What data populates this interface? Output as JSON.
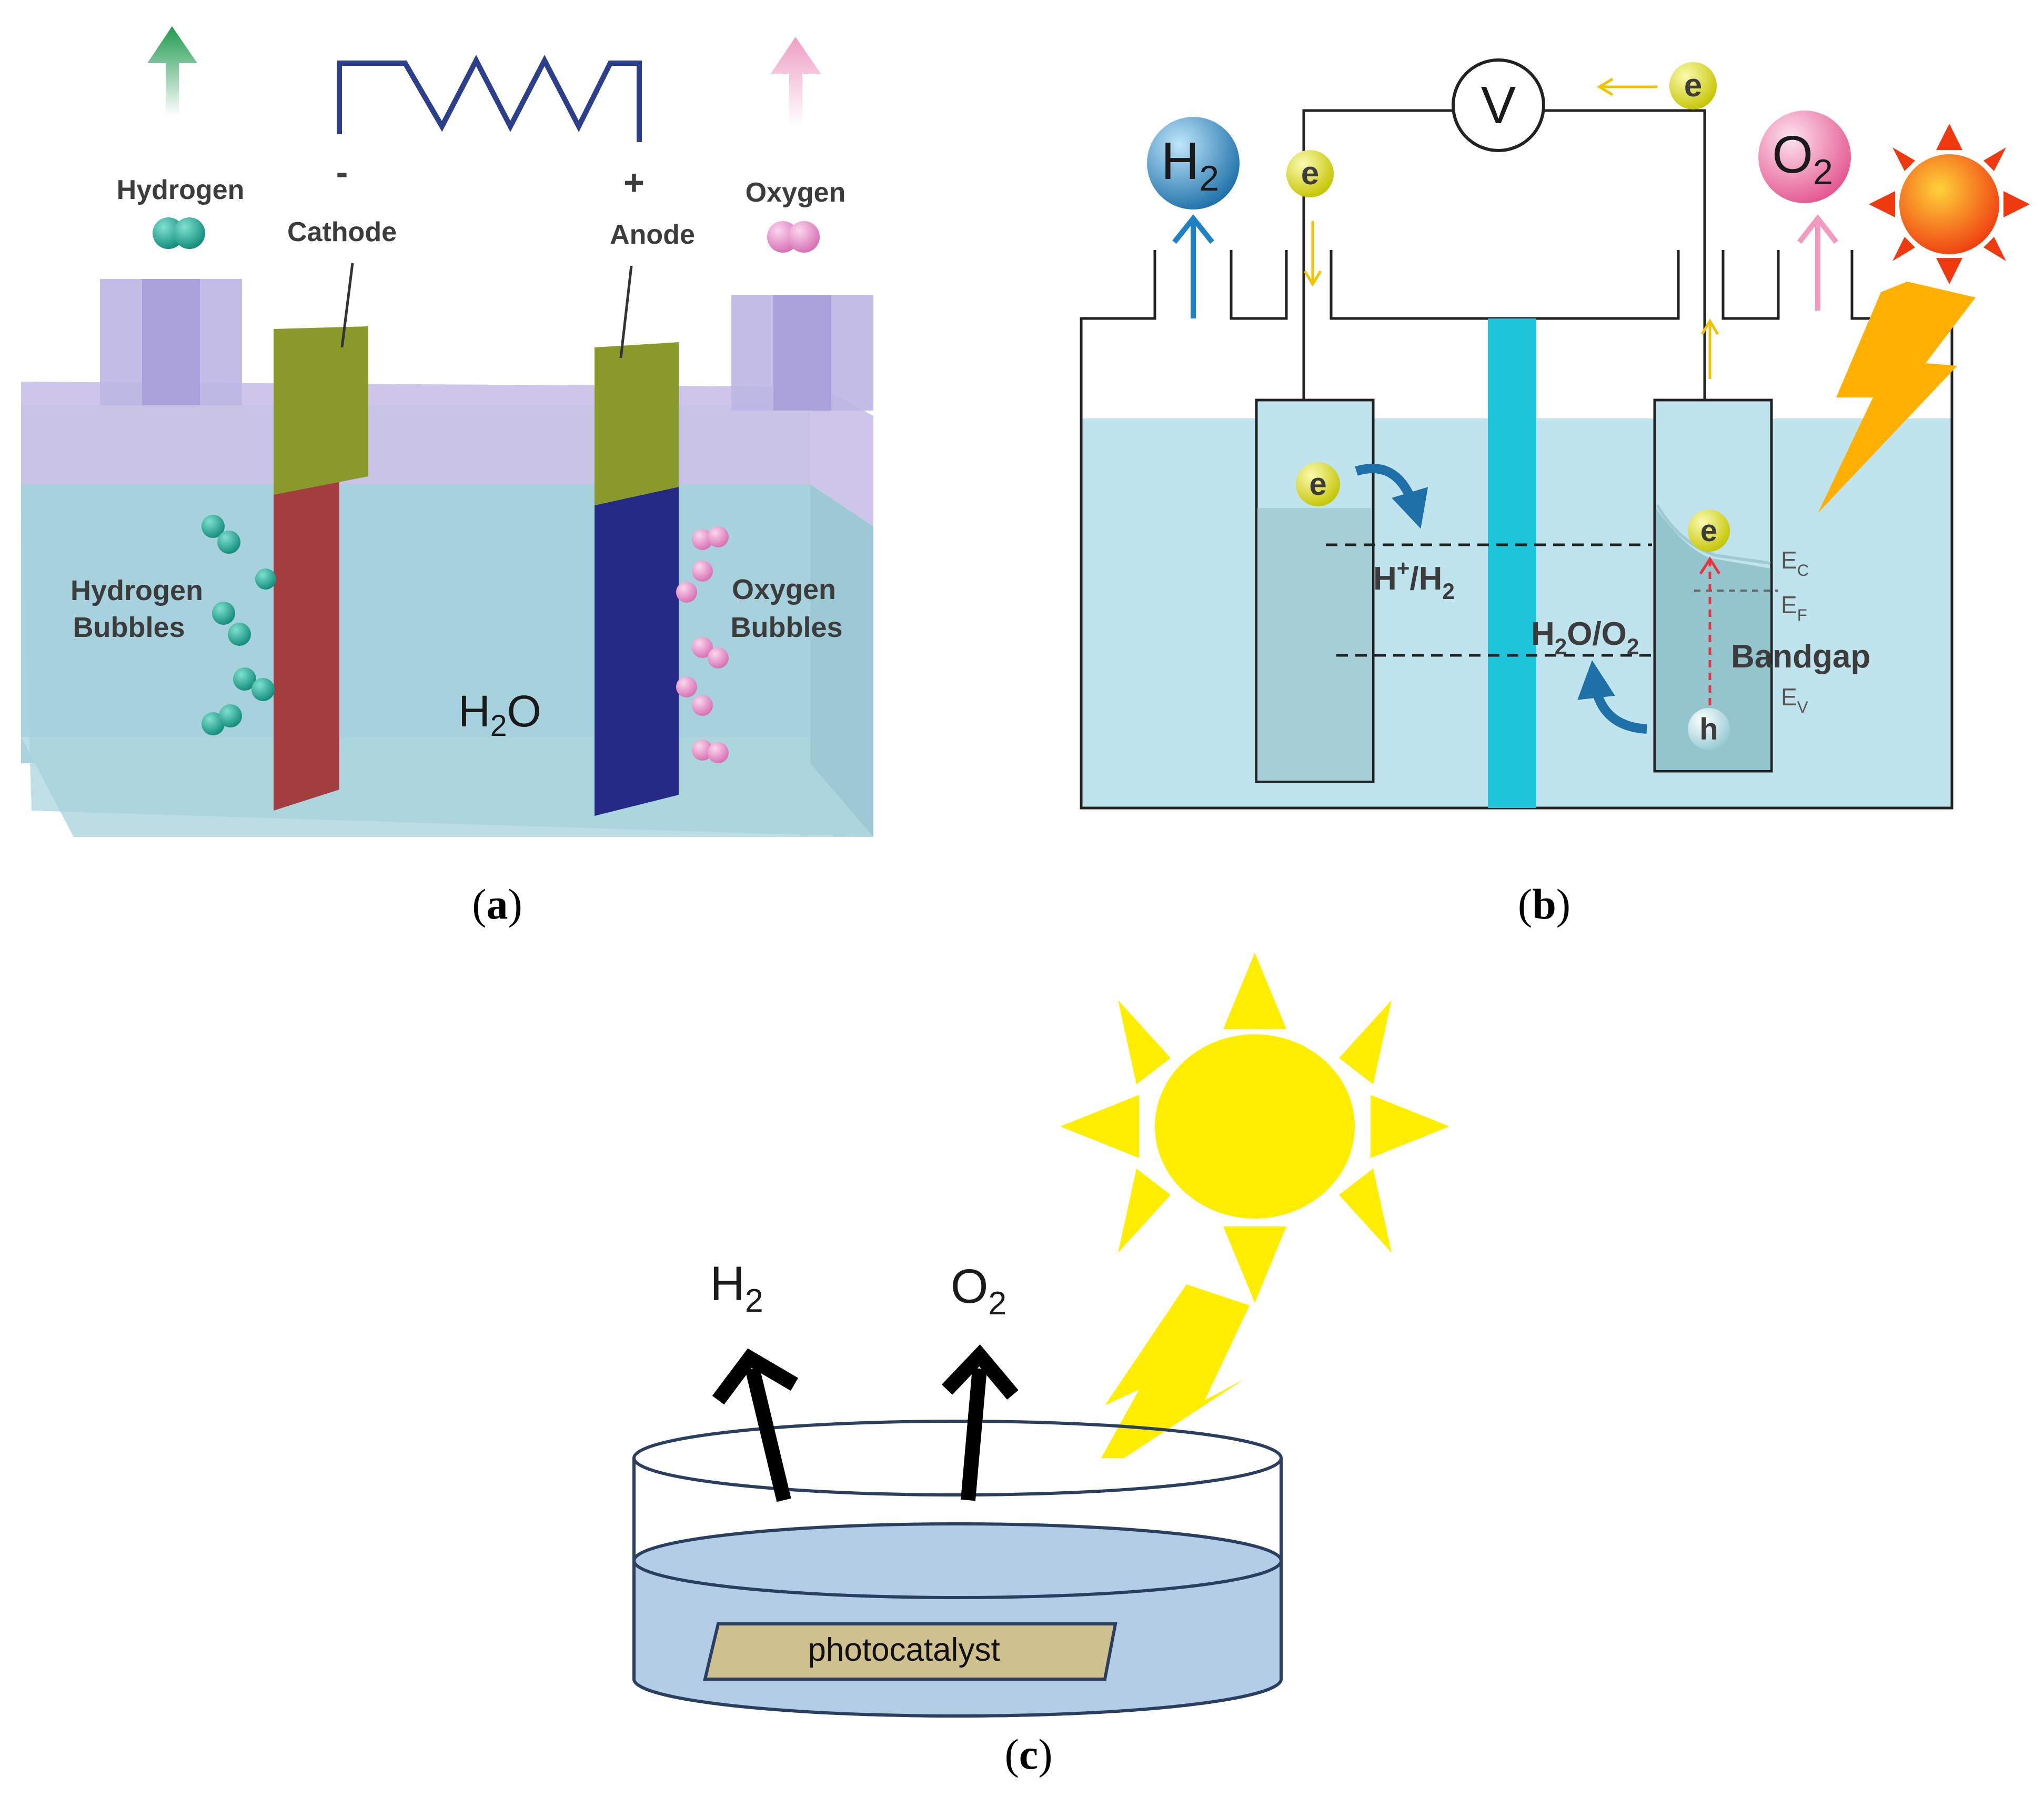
{
  "panel_a": {
    "hydrogen": "Hydrogen",
    "oxygen": "Oxygen",
    "minus": "-",
    "plus": "+",
    "cathode": "Cathode",
    "anode": "Anode",
    "hydrogen_bubbles_1": "Hydrogen",
    "hydrogen_bubbles_2": "Bubbles",
    "oxygen_bubbles_1": "Oxygen",
    "oxygen_bubbles_2": "Bubbles",
    "water": {
      "main": "H",
      "sub": "2",
      "tail": "O"
    },
    "caption": "a"
  },
  "panel_b": {
    "h2": {
      "main": "H",
      "sub": "2"
    },
    "o2": {
      "main": "O",
      "sub": "2"
    },
    "voltmeter": "V",
    "electron": "e",
    "hole": "h",
    "h_couple": {
      "a": "H",
      "sup": "+",
      "b": "/H",
      "sub": "2"
    },
    "o_couple": {
      "a": "H",
      "sub": "2",
      "b": "O/O",
      "sub2": "2"
    },
    "ec": {
      "main": "E",
      "sub": "C"
    },
    "ef": {
      "main": "E",
      "sub": "F"
    },
    "ev": {
      "main": "E",
      "sub": "V"
    },
    "bandgap": "Bandgap",
    "caption": "b"
  },
  "panel_c": {
    "h2": {
      "main": "H",
      "sub": "2"
    },
    "o2": {
      "main": "O",
      "sub": "2"
    },
    "photocatalyst": "photocatalyst",
    "caption": "c"
  },
  "colors": {
    "water_a": "#a9d4df",
    "top_a": "#cdc6ea",
    "cathode_body": "#a43d40",
    "anode_body": "#252a86",
    "electrode_top": "#8a9a2a",
    "h2_bubble": "#1fa391",
    "o2_bubble": "#e58cc8",
    "water_b": "#bfe4ee",
    "membrane": "#1ec4da",
    "electron_ball": "#e2e000",
    "sun_c": "#ffee00",
    "water_c": "#b3cde6",
    "photocatalyst_fill": "#cfc08f"
  }
}
